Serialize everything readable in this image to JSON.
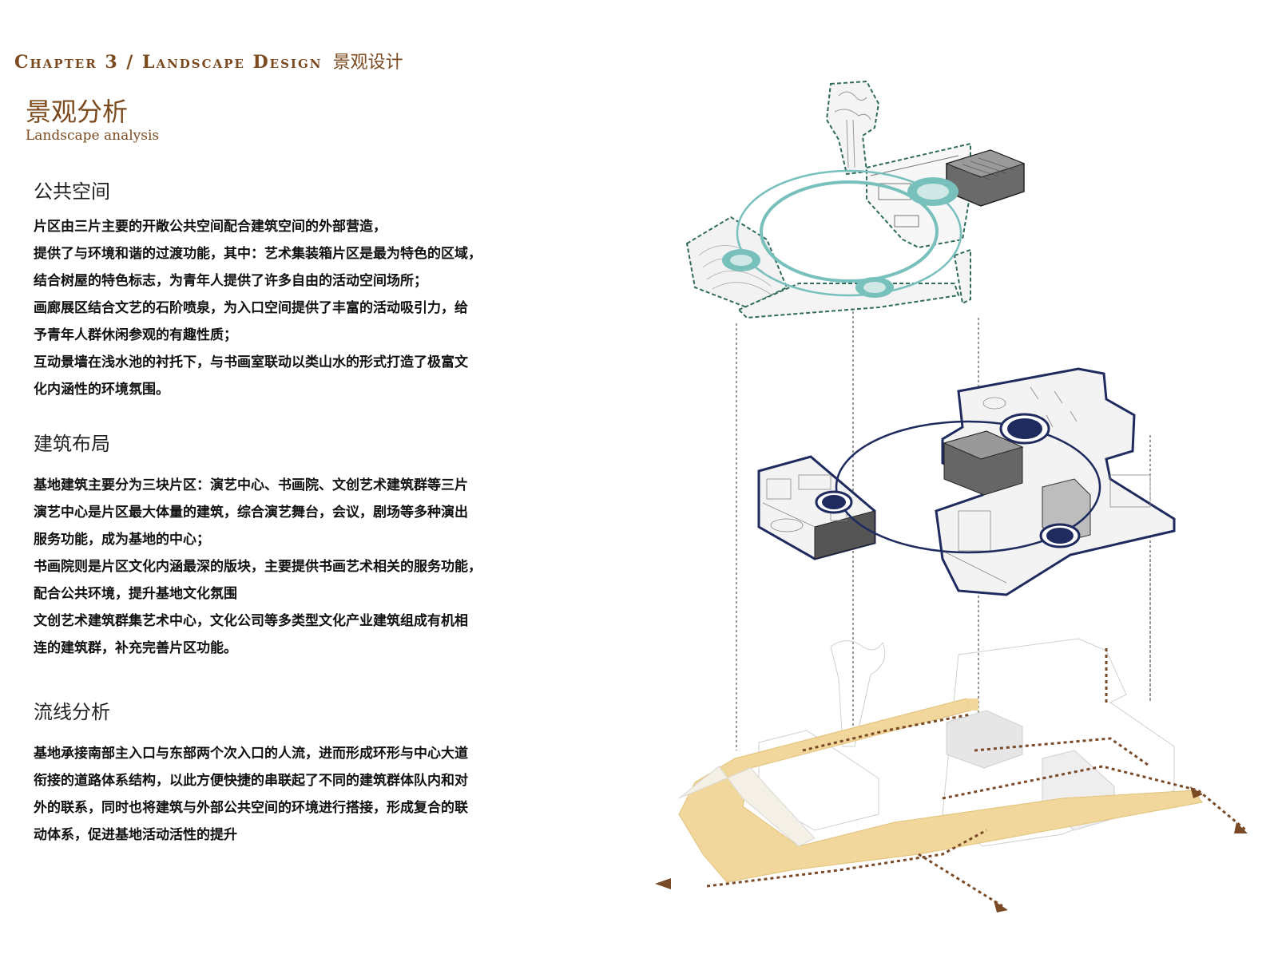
{
  "header": {
    "en": "Chapter 3 / Landscape Design",
    "cn": "景观设计"
  },
  "title": {
    "cn": "景观分析",
    "en": "Landscape analysis"
  },
  "sections": [
    {
      "heading": "公共空间",
      "lines": [
        "片区由三片主要的开敞公共空间配合建筑空间的外部营造，",
        "提供了与环境和谐的过渡功能，其中：艺术集装箱片区是最为特色的区域，",
        "结合树屋的特色标志，为青年人提供了许多自由的活动空间场所；",
        "画廊展区结合文艺的石阶喷泉，为入口空间提供了丰富的活动吸引力，给",
        "予青年人群休闲参观的有趣性质；",
        "互动景墙在浅水池的衬托下，与书画室联动以类山水的形式打造了极富文",
        "化内涵性的环境氛围。"
      ]
    },
    {
      "heading": "建筑布局",
      "lines": [
        "基地建筑主要分为三块片区：演艺中心、书画院、文创艺术建筑群等三片",
        "演艺中心是片区最大体量的建筑，综合演艺舞台，会议，剧场等多种演出",
        "服务功能，成为基地的中心；",
        "书画院则是片区文化内涵最深的版块，主要提供书画艺术相关的服务功能，",
        "配合公共环境，提升基地文化氛围",
        "文创艺术建筑群集艺术中心，文化公司等多类型文化产业建筑组成有机相",
        "连的建筑群，补充完善片区功能。"
      ]
    },
    {
      "heading": "流线分析",
      "lines": [
        "基地承接南部主入口与东部两个次入口的人流，进而形成环形与中心大道",
        "衔接的道路体系结构，以此方便快捷的串联起了不同的建筑群体队内和对",
        "外的联系，同时也将建筑与外部公共空间的环境进行搭接，形成复合的联",
        "动体系，促进基地活动活性的提升"
      ]
    }
  ],
  "colors": {
    "brown": "#7b4a1e",
    "teal": "#78c0bc",
    "green_dash": "#2e6b5a",
    "navy": "#1f2a5e",
    "path": "#f1d79b",
    "arrow": "#7a4a26"
  }
}
